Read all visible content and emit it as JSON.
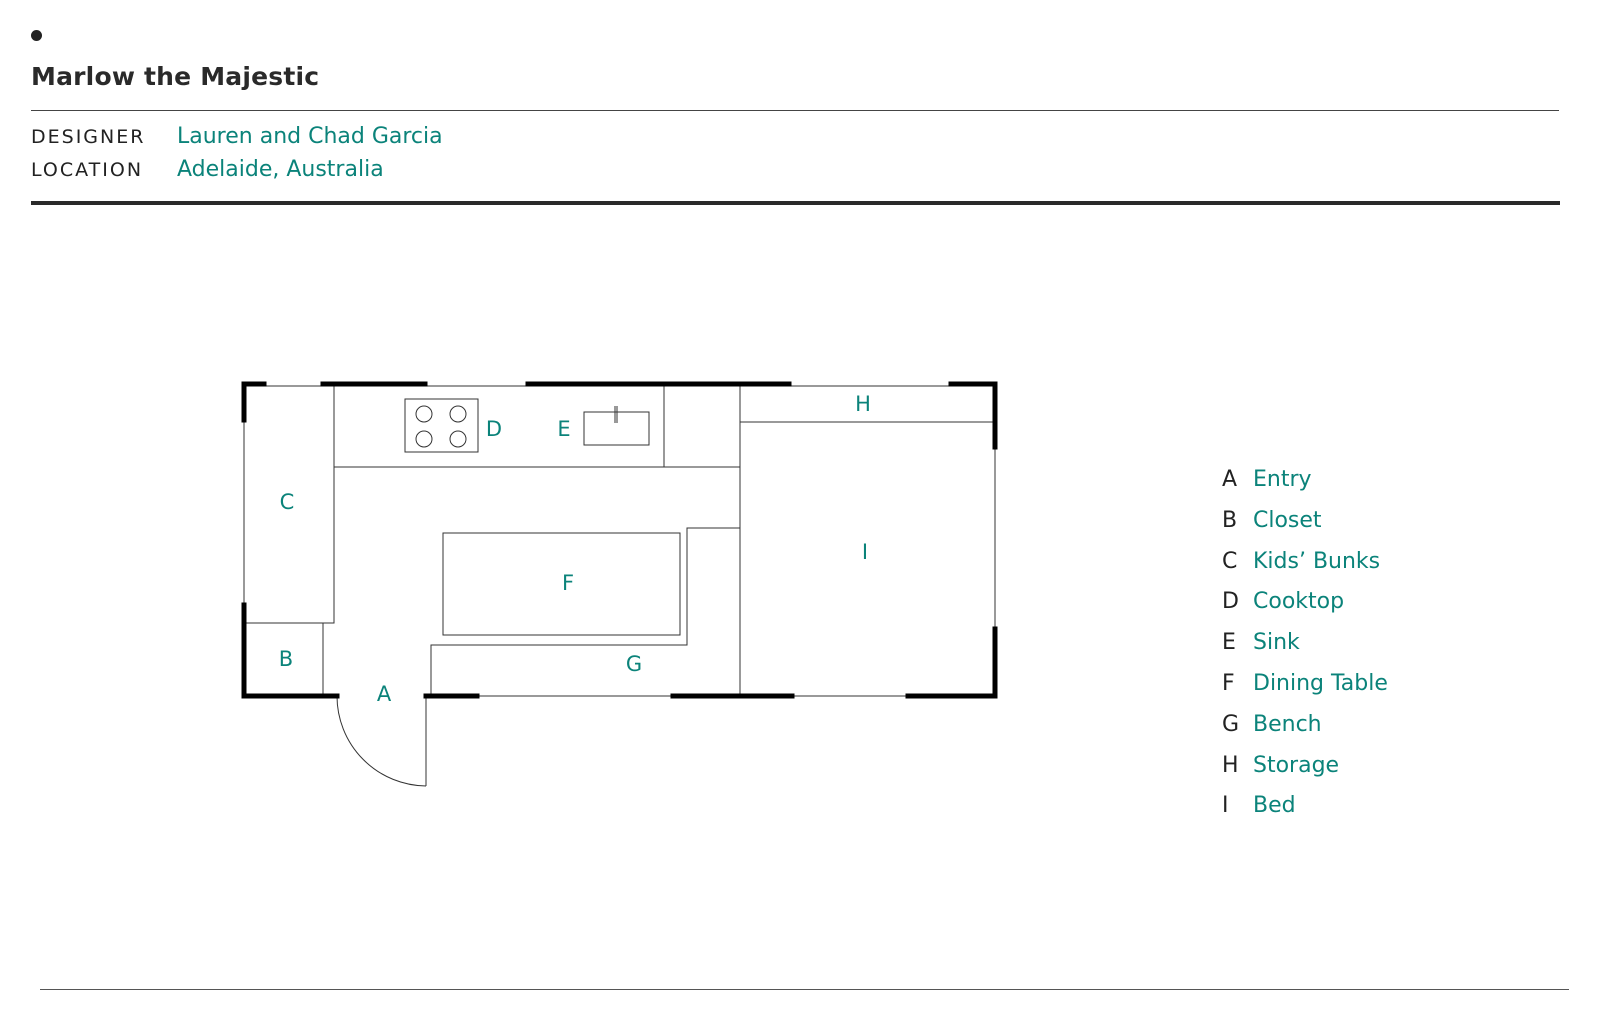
{
  "header": {
    "title": "Marlow the Majestic",
    "designer_label": "DESIGNER",
    "designer_value": "Lauren and Chad Garcia",
    "location_label": "LOCATION",
    "location_value": "Adelaide, Australia"
  },
  "plan": {
    "labels": {
      "A": "A",
      "B": "B",
      "C": "C",
      "D": "D",
      "E": "E",
      "F": "F",
      "G": "G",
      "H": "H",
      "I": "I"
    }
  },
  "legend": [
    {
      "letter": "A",
      "label": "Entry"
    },
    {
      "letter": "B",
      "label": "Closet"
    },
    {
      "letter": "C",
      "label": "Kids’ Bunks"
    },
    {
      "letter": "D",
      "label": "Cooktop"
    },
    {
      "letter": "E",
      "label": "Sink"
    },
    {
      "letter": "F",
      "label": "Dining Table"
    },
    {
      "letter": "G",
      "label": "Bench"
    },
    {
      "letter": "H",
      "label": "Storage"
    },
    {
      "letter": "I",
      "label": "Bed"
    }
  ],
  "colors": {
    "accent": "#0b837a",
    "text": "#222222",
    "wall": "#000000"
  }
}
